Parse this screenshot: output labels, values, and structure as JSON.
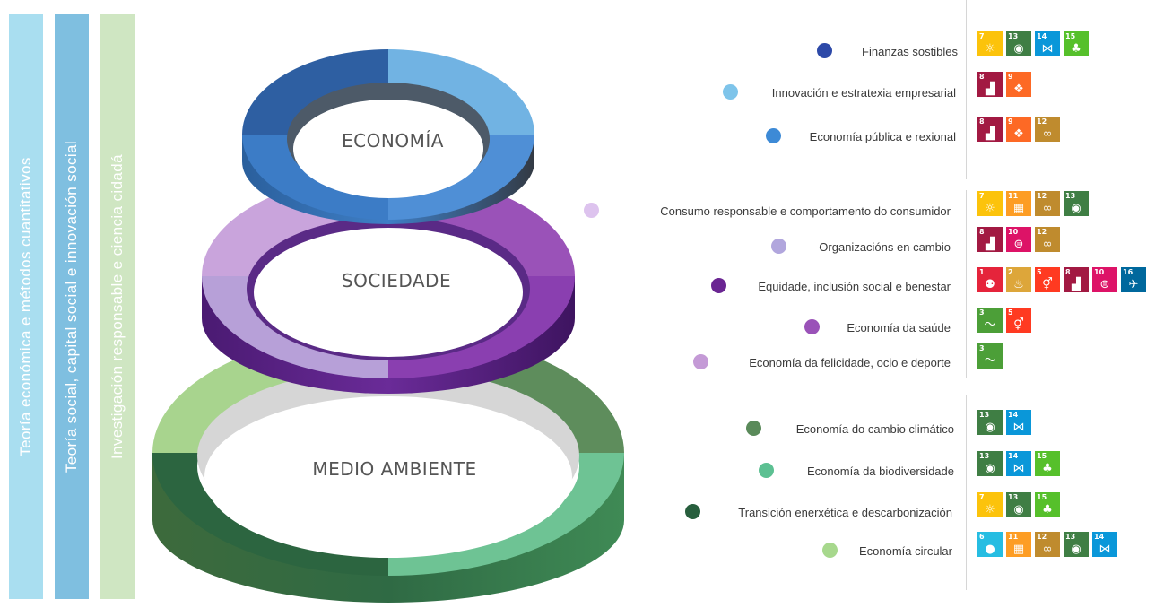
{
  "bands": [
    {
      "label": "Teoría económica e métodos cuantitativos",
      "color": "#a9def0"
    },
    {
      "label": "Teoría social, capital social e innovación social",
      "color": "#7fbfe0"
    },
    {
      "label": "Investigación responsable e ciencia cidadá",
      "color": "#cfe6c2"
    }
  ],
  "rings": {
    "economia": "ECONOMÍA",
    "sociedade": "SOCIEDADE",
    "medio_ambiente": "MEDIO AMBIENTE"
  },
  "topics": [
    {
      "label": "Finanzas sostibles",
      "color": "#2d49a8",
      "sdgs": [
        7,
        13,
        14,
        15
      ]
    },
    {
      "label": "Innovación e estratexia empresarial",
      "color": "#7ec4ea",
      "sdgs": [
        8,
        9
      ]
    },
    {
      "label": "Economía pública e rexional",
      "color": "#3d8ad6",
      "sdgs": [
        8,
        9,
        12
      ]
    },
    {
      "label": "Consumo responsable e comportamento do consumidor",
      "color": "#ddc3ee",
      "sdgs": [
        7,
        11,
        12,
        13
      ]
    },
    {
      "label": "Organizacións en cambio",
      "color": "#b1a6dd",
      "sdgs": [
        8,
        10,
        12
      ]
    },
    {
      "label": "Equidade, inclusión social e benestar",
      "color": "#6a2592",
      "sdgs": [
        1,
        2,
        5,
        8,
        10,
        16
      ]
    },
    {
      "label": "Economía da saúde",
      "color": "#9a52b8",
      "sdgs": [
        3,
        5
      ]
    },
    {
      "label": "Economía da felicidade, ocio e deporte",
      "color": "#c49ad6",
      "sdgs": [
        3
      ]
    },
    {
      "label": "Economía do cambio climático",
      "color": "#5a8a5a",
      "sdgs": [
        13,
        14
      ]
    },
    {
      "label": "Economía da biodiversidade",
      "color": "#5cc092",
      "sdgs": [
        13,
        14,
        15
      ]
    },
    {
      "label": "Transición enerxética e descarbonización",
      "color": "#275e3d",
      "sdgs": [
        7,
        13,
        15
      ]
    },
    {
      "label": "Economía circular",
      "color": "#a7d88d",
      "sdgs": [
        6,
        11,
        12,
        13,
        14
      ]
    }
  ],
  "sdg_colors": {
    "1": "#e5243b",
    "2": "#dda63a",
    "3": "#4c9f38",
    "5": "#ff3a21",
    "6": "#26bde2",
    "7": "#fcc30b",
    "8": "#a21942",
    "9": "#fd6925",
    "10": "#dd1367",
    "11": "#fd9d24",
    "12": "#bf8b2e",
    "13": "#3f7e44",
    "14": "#0a97d9",
    "15": "#56c02b",
    "16": "#00689d"
  },
  "sdg_icons": {
    "1": "people-icon",
    "2": "bowl-icon",
    "3": "heartbeat-icon",
    "5": "gender-icon",
    "6": "water-drop-icon",
    "7": "sun-icon",
    "8": "growth-chart-icon",
    "9": "cubes-icon",
    "10": "equality-icon",
    "11": "buildings-icon",
    "12": "infinity-icon",
    "13": "eye-globe-icon",
    "14": "fish-icon",
    "15": "tree-icon",
    "16": "dove-icon"
  }
}
